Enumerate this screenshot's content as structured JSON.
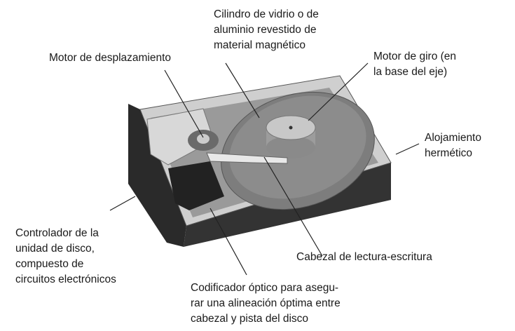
{
  "labels": {
    "cilindro": "Cilindro de vidrio o de\naluminio revestido de\nmaterial magnético",
    "motor_desplazamiento": "Motor de desplazamiento",
    "motor_giro": "Motor de giro (en\nla base del eje)",
    "alojamiento": "Alojamiento\nhermético",
    "controlador": "Controlador de la\nunidad de disco,\ncompuesto de\ncircuitos electrónicos",
    "cabezal": "Cabezal de lectura-escritura",
    "codificador": "Codificador óptico para asegu-\nrar una alineación óptima entre\ncabezal y pista del disco"
  }
}
